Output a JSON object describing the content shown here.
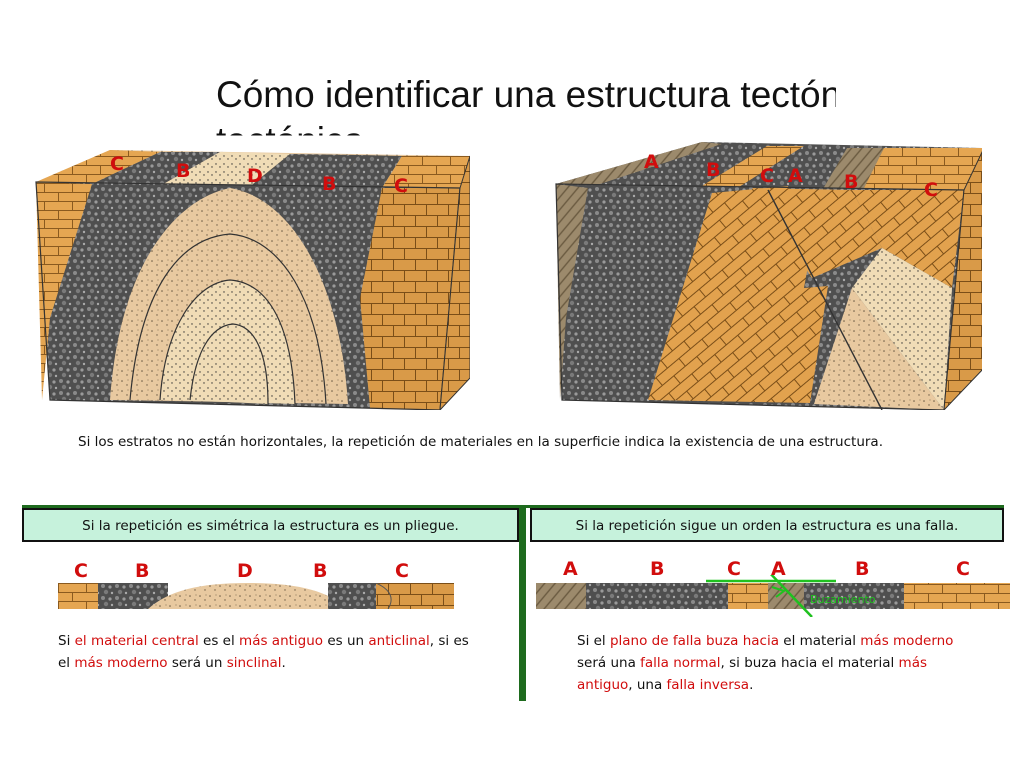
{
  "title": "Cómo identificar una estructura tectónica",
  "title_line2": "tectónica",
  "left_block": {
    "labels": [
      "C",
      "B",
      "D",
      "B",
      "C"
    ]
  },
  "right_block": {
    "labels": [
      "A",
      "B",
      "C",
      "A",
      "B",
      "C"
    ]
  },
  "caption": "Si los estratos no están horizontales, la repetición de materiales en la superficie indica la existencia de una estructura.",
  "left_box": "Si la repetición es simétrica la estructura es un pliegue.",
  "right_box": "Si la repetición sigue un orden la estructura es una falla.",
  "left_strip_labels": [
    "C",
    "B",
    "D",
    "B",
    "C"
  ],
  "right_strip_labels": [
    "A",
    "B",
    "C",
    "A",
    "B",
    "C"
  ],
  "buzamiento": "Buzamiento",
  "left_text": {
    "p1": "Si ",
    "p2": "el material central",
    "p3": " es el ",
    "p4": "más antiguo",
    "p5": " es un ",
    "p6": "anticlinal",
    "p7": ", si es el ",
    "p8": "más moderno",
    "p9": " será un ",
    "p10": "sinclinal",
    "p11": "."
  },
  "right_text": {
    "p1": "Si el ",
    "p2": "plano de falla",
    "p3": " ",
    "p4": "buza hacia",
    "p5": " el material ",
    "p6": "más moderno",
    "p7": " será una ",
    "p8": "falla normal",
    "p9": ", si buza hacia el material ",
    "p10": "más antiguo",
    "p11": ", una ",
    "p12": "falla inversa",
    "p13": "."
  },
  "colors": {
    "red": "#d10d0d",
    "green": "#1e6b1e",
    "box_bg": "#c6f2dc",
    "tan": "#e5a652",
    "gray": "#5c5c5c",
    "sand": "#e9cfa6",
    "dots": "#efd9b0"
  }
}
